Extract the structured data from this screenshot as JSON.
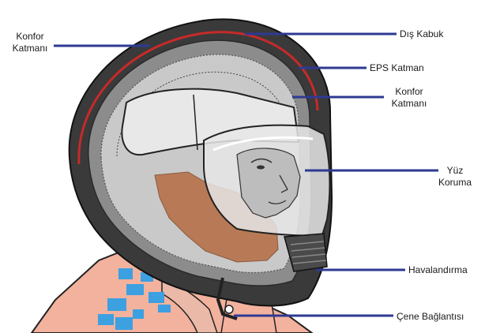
{
  "diagram": {
    "labels": {
      "konfor_left": "Konfor\nKatmanı",
      "dis_kabuk": "Dış Kabuk",
      "eps_katman": "EPS Katman",
      "konfor_right": "Konfor\nKatmanı",
      "yuz_koruma": "Yüz\nKoruma",
      "havalandirma": "Havalandırma",
      "cene_baglantisi": "Çene Bağlantısı"
    },
    "colors": {
      "leader_line": "#2e3a92",
      "outer_shell": "#3a3a3a",
      "shell_red_stripe": "#c62a2a",
      "eps_gray": "#8c8c8c",
      "comfort_liner": "#c9c9c9",
      "cheek_pad": "#b87a56",
      "skin": "#f2b29e",
      "jacket_blue": "#3da0e0",
      "visor": "#e6e6e6"
    },
    "icons": [
      "helmet-illustration",
      "rider-face",
      "rider-shoulders"
    ]
  }
}
